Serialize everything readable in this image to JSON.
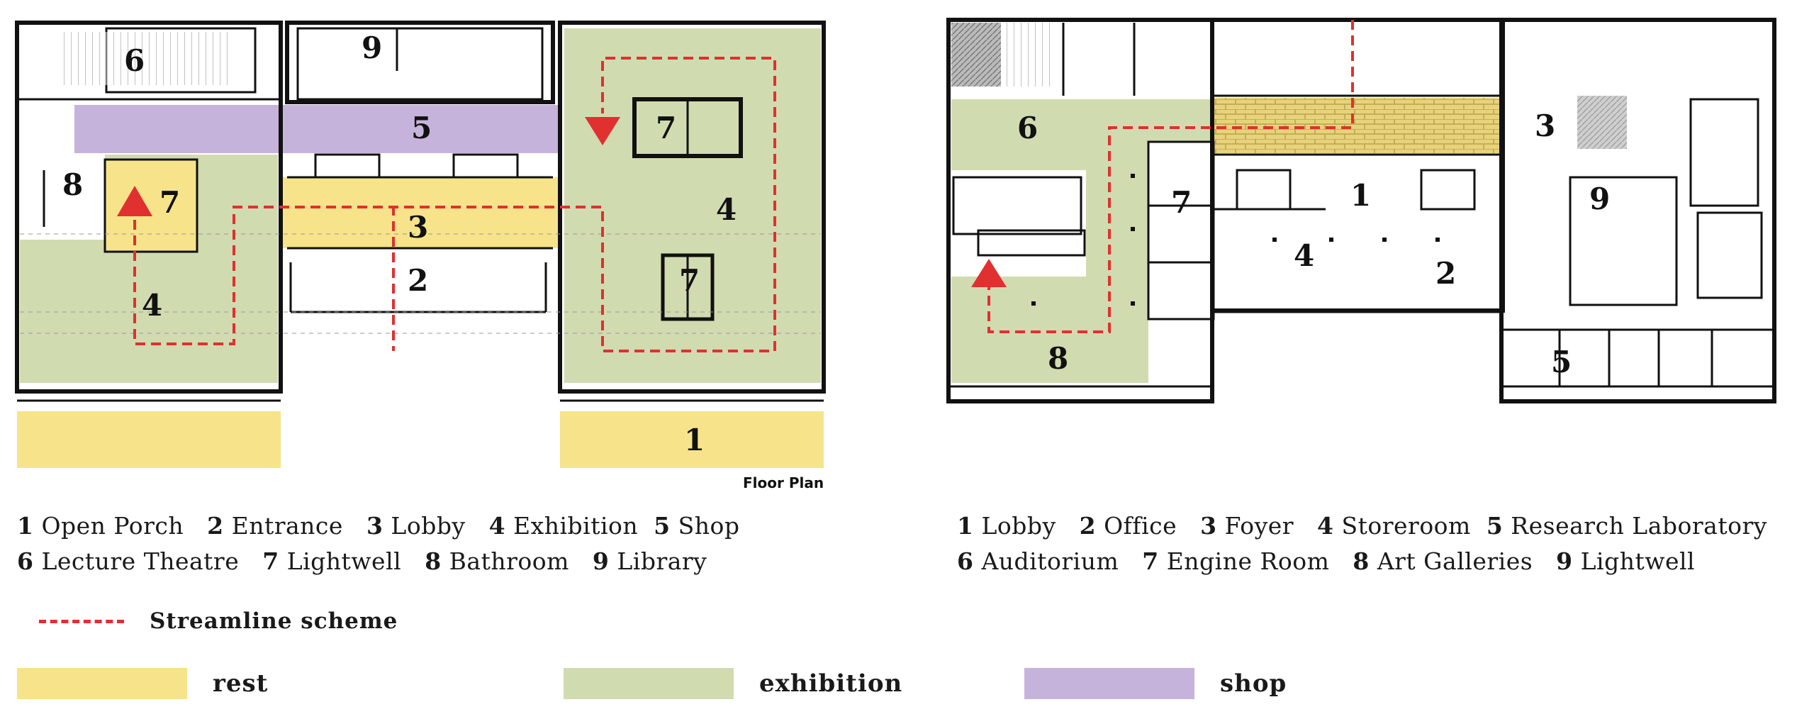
{
  "plans": {
    "left": {
      "caption": "Floor Plan",
      "room_labels": [
        "1",
        "2",
        "3",
        "4",
        "5",
        "6",
        "7",
        "8",
        "9"
      ],
      "legend_lines": [
        [
          {
            "num": "1",
            "name": "Open Porch"
          },
          {
            "num": "2",
            "name": "Entrance"
          },
          {
            "num": "3",
            "name": "Lobby"
          },
          {
            "num": "4",
            "name": "Exhibition"
          },
          {
            "num": "5",
            "name": "Shop"
          }
        ],
        [
          {
            "num": "6",
            "name": "Lecture Theatre"
          },
          {
            "num": "7",
            "name": "Lightwell"
          },
          {
            "num": "8",
            "name": "Bathroom"
          },
          {
            "num": "9",
            "name": "Library"
          }
        ]
      ]
    },
    "right": {
      "room_labels": [
        "1",
        "2",
        "3",
        "4",
        "5",
        "6",
        "7",
        "8",
        "9"
      ],
      "legend_lines": [
        [
          {
            "num": "1",
            "name": "Lobby"
          },
          {
            "num": "2",
            "name": "Office"
          },
          {
            "num": "3",
            "name": "Foyer"
          },
          {
            "num": "4",
            "name": "Storeroom"
          },
          {
            "num": "5",
            "name": "Research Laboratory"
          }
        ],
        [
          {
            "num": "6",
            "name": "Auditorium"
          },
          {
            "num": "7",
            "name": "Engine Room"
          },
          {
            "num": "8",
            "name": "Art Galleries"
          },
          {
            "num": "9",
            "name": "Lightwell"
          }
        ]
      ]
    }
  },
  "key": {
    "streamline": "Streamline scheme",
    "zones": [
      {
        "label": "rest",
        "color": "#f7e38a"
      },
      {
        "label": "exhibition",
        "color": "#d1dbb0"
      },
      {
        "label": "shop",
        "color": "#c6b3dc"
      }
    ],
    "streamline_color": "#e03030"
  }
}
